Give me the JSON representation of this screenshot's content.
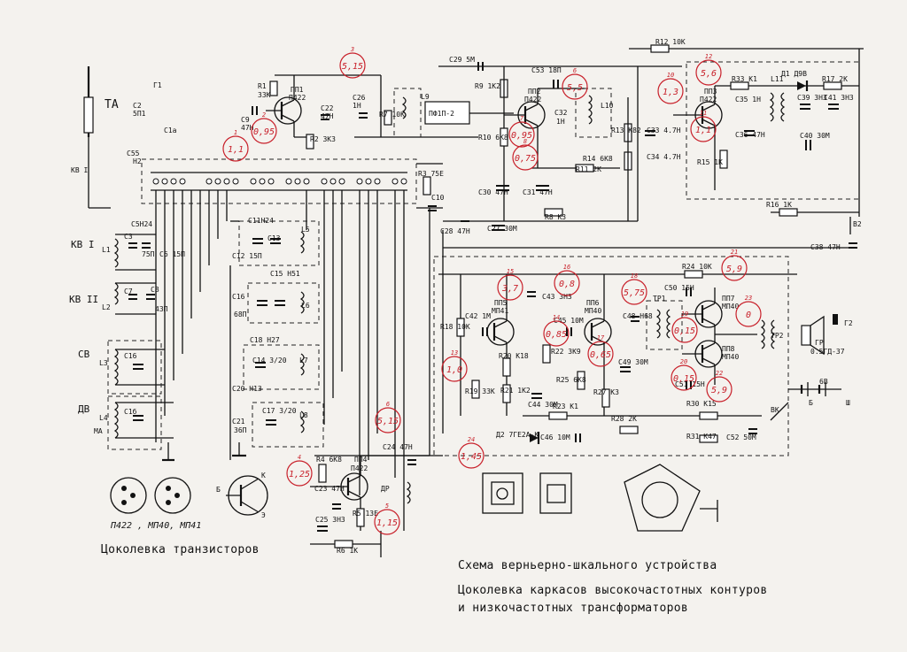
{
  "labels": {
    "antenna": "ТА",
    "g1": "Г1",
    "c2": "С2",
    "c2_val": "5П1",
    "c55": "С55",
    "c55_val": "Н2",
    "c1a": "С1а",
    "kv1": "КВ I",
    "kv2": "КВ II",
    "sv": "СВ",
    "dv": "ДВ",
    "ma": "МА",
    "l1": "L1",
    "l2": "L2",
    "l3": "L3",
    "l4": "L4",
    "c5": "С5Н24",
    "c3": "С3",
    "c6": "С6 15П",
    "c4_val": "75П",
    "c7": "С7",
    "c8": "С8",
    "c8_val": "43П",
    "c16_sv": "С16",
    "c1b": "С1б",
    "c11": "С11Н24",
    "c12": "С12 15П",
    "c13": "С13",
    "l5": "L5",
    "c15": "С15 Н51",
    "c16": "С16",
    "c16_val": "68П",
    "l6": "L6",
    "c18": "С18 Н27",
    "c14": "С14 3/20",
    "l7": "L7",
    "c20": "С20 Н13",
    "c21": "С21",
    "c21_val": "36П",
    "c17": "С17 3/20",
    "l8": "L8",
    "pp1": "ПП1",
    "pp1_type": "П422",
    "r1": "R1",
    "r1_val": "33К",
    "c9": "С9",
    "c9_val": "47Н",
    "c22": "С22",
    "c22_val": "47Н",
    "r2": "R2 3К3",
    "c26": "С26",
    "c26_val": "1Н",
    "r7": "R7 10К",
    "l9": "L9",
    "pf": "ПФ1П-2",
    "r3": "R3 75Е",
    "c10": "С10",
    "c29": "С29 5М",
    "c53": "С53 18П",
    "r9": "R9 1К2",
    "pp2": "ПП2",
    "pp2_type": "П422",
    "c32": "С32",
    "c32_val": "1Н",
    "l10": "L10",
    "r13": "R13 К82",
    "c33": "С33 4.7Н",
    "c34": "С34 4.7Н",
    "r10": "R10 6К8",
    "r14": "R14 6К8",
    "r11": "R11 2К",
    "c30": "С30 47Н",
    "c31": "С31 47Н",
    "r8": "R8 К3",
    "c28": "С28 47Н",
    "c27": "С27 30М",
    "r12": "R12 10К",
    "pp3": "ПП3",
    "pp3_type": "П422",
    "r33": "R33 К1",
    "l11": "L11",
    "d1": "Д1 Д9В",
    "r17": "R17 2К",
    "c35": "С35 1Н",
    "c36": "С36 47Н",
    "c39": "С39 3Н3",
    "c41": "С41 3Н3",
    "c40": "С40 30М",
    "r15": "R15 1К",
    "r16": "R16 1К",
    "c38": "С38 47Н",
    "v2": "В2",
    "pp4": "ПП4",
    "pp4_type": "П422",
    "r4": "R4 6К8",
    "c23": "С23 47Н",
    "c24": "С24 47Н",
    "dr": "ДР",
    "c25": "С25 3Н3",
    "r5": "R5 13Е",
    "r6": "R6 1К",
    "r18": "R18 10К",
    "c42": "С42 1М",
    "pp5": "ПП5",
    "pp5_type": "МП41",
    "c43": "С43 3Н3",
    "r19": "R19 33К",
    "r20": "R20 К18",
    "r21": "R21 1К2",
    "r22": "R22 3К9",
    "c44": "С44 30М",
    "c45": "С45 10М",
    "pp6": "ПП6",
    "pp6_type": "МП40",
    "r25": "R25 6К8",
    "r27": "R27 К3",
    "r23": "R23 К1",
    "r28": "R28 2К",
    "d2": "Д2 7ГЕ2А-К",
    "c46": "С46 10М",
    "c48": "С48 Н68",
    "tr1": "ТР1",
    "c49": "С49 30М",
    "r24": "R24 10К",
    "c50": "С50 15Н",
    "pp7": "ПП7",
    "pp7_type": "МП40",
    "pp8": "ПП8",
    "pp8_type": "МП40",
    "c51": "С51 15Н",
    "tr2": "ТР2",
    "g2": "Г2",
    "gr": "ГР",
    "gr_type": "0.5ГД-37",
    "r30": "R30 К15",
    "r31": "R31 К47",
    "c52": "С52 50М",
    "vk": "ВК",
    "b": "Б",
    "w": "Ш",
    "bat": "6В",
    "pinout_types": "П422 , МП40, МП41",
    "pin_b": "Б",
    "pin_k": "К",
    "pin_e": "Э"
  },
  "red_marks": [
    {
      "id": "m3",
      "text": "5,15",
      "small": "3"
    },
    {
      "id": "m1",
      "text": "1,1",
      "small": "1"
    },
    {
      "id": "m2",
      "text": "0,95",
      "small": "2"
    },
    {
      "id": "m6",
      "text": "5,5",
      "small": "6"
    },
    {
      "id": "m7",
      "text": "0,95",
      "small": "7"
    },
    {
      "id": "m8",
      "text": "0,75",
      "small": "8"
    },
    {
      "id": "m10",
      "text": "1,3",
      "small": "10"
    },
    {
      "id": "m12",
      "text": "5,6",
      "small": "12"
    },
    {
      "id": "m11",
      "text": "1,1",
      "small": "11"
    },
    {
      "id": "m15",
      "text": "3,7",
      "small": "15"
    },
    {
      "id": "m14",
      "text": "0,85",
      "small": "14"
    },
    {
      "id": "m16",
      "text": "0,8",
      "small": "16"
    },
    {
      "id": "m18",
      "text": "5,75",
      "small": "18"
    },
    {
      "id": "m17",
      "text": "0,65",
      "small": "17"
    },
    {
      "id": "m21",
      "text": "5,9",
      "small": "21"
    },
    {
      "id": "m23",
      "text": "0",
      "small": "23"
    },
    {
      "id": "m19",
      "text": "0,15",
      "small": "19"
    },
    {
      "id": "m20",
      "text": "0,15",
      "small": "20"
    },
    {
      "id": "m22",
      "text": "5,9",
      "small": "22"
    },
    {
      "id": "m13",
      "text": "1,0",
      "small": "13"
    },
    {
      "id": "m24",
      "text": "1,45",
      "small": "24"
    },
    {
      "id": "m5a",
      "text": "5,15",
      "small": "6"
    },
    {
      "id": "m4",
      "text": "1,25",
      "small": "4"
    },
    {
      "id": "m5",
      "text": "1,15",
      "small": "5"
    }
  ],
  "captions": {
    "pinout": "Цоколевка транзисторов",
    "vernier": "Схема верньерно-шкального устройства",
    "frames": "Цоколевка каркасов высокочастотных контуров",
    "frames2": "и низкочастотных трансформаторов"
  }
}
